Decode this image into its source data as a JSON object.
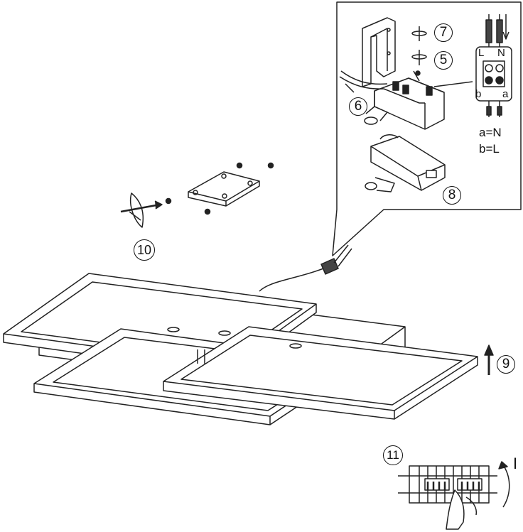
{
  "steps": {
    "s5": "5",
    "s6": "6",
    "s7": "7",
    "s8": "8",
    "s9": "9",
    "s10": "10",
    "s11": "11"
  },
  "terminal": {
    "L": "L",
    "N": "N",
    "b": "b",
    "a": "a"
  },
  "legend": {
    "a_line": "a=N",
    "b_line": "b=L"
  },
  "switch_mark": "I"
}
